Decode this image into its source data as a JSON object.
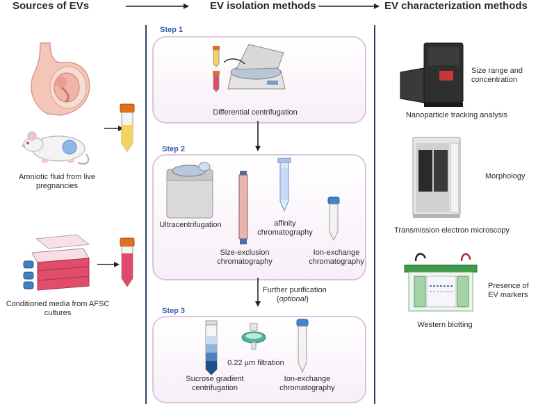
{
  "headers": {
    "sources": "Sources of EVs",
    "isolation": "EV isolation methods",
    "characterization": "EV characterization methods"
  },
  "sources": {
    "amniotic_fluid": "Amniotic fluid from live pregnancies",
    "conditioned_media": "Conditioned media from AFSC cultures"
  },
  "steps": {
    "step1": {
      "title": "Step 1",
      "methods": [
        "Differential centrifugation"
      ]
    },
    "step2": {
      "title": "Step 2",
      "methods": [
        "Ultracentrifugation",
        "Size-exclusion chromatography",
        "affinity chromatography",
        "Ion-exchange chromatography"
      ]
    },
    "further": {
      "text": "Further purification",
      "optional": "optional"
    },
    "step3": {
      "title": "Step 3",
      "methods": [
        "Sucrose gradient centrifugation",
        "0.22 µm filtration",
        "Ion-exchange chromatography"
      ]
    }
  },
  "characterization": {
    "nta": {
      "method": "Nanoparticle tracking analysis",
      "measures": "Size range and concentration"
    },
    "tem": {
      "method": "Transmission electron microscopy",
      "measures": "Morphology"
    },
    "wb": {
      "method": "Western blotting",
      "measures": "Presence of EV markers"
    }
  },
  "colors": {
    "step_title": "#2d5fa8",
    "box_border": "#dcc4dc",
    "divider": "#2c3e66",
    "flask_media": "#e04a6a",
    "amniotic_fluid": "#f4d35e",
    "tube_cap": "#e0701e"
  }
}
